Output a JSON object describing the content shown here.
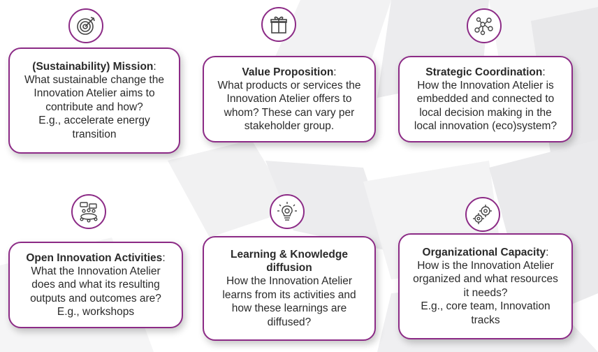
{
  "colors": {
    "accent": "#8c2b86",
    "text": "#2a2a2a",
    "card_background": "#ffffff"
  },
  "cards": [
    {
      "icon": "target-icon",
      "title": "(Sustainability) Mission",
      "colon": ":",
      "body": [
        "What sustainable change the",
        "Innovation Atelier aims to",
        "contribute and how?",
        "E.g., accelerate energy",
        "transition"
      ]
    },
    {
      "icon": "gift-icon",
      "title": "Value Proposition",
      "colon": ":",
      "body": [
        "What products or services the",
        "Innovation Atelier offers to",
        "whom? These can vary per",
        "stakeholder group."
      ]
    },
    {
      "icon": "network-icon",
      "title": "Strategic Coordination",
      "colon": ":",
      "body": [
        "How the Innovation Atelier is",
        "embedded and connected to",
        "local decision making in the",
        "local innovation (eco)system?"
      ]
    },
    {
      "icon": "group-discussion-icon",
      "title": "Open Innovation Activities",
      "colon": ":",
      "body": [
        "What the Innovation Atelier",
        "does and what its resulting",
        "outputs and outcomes are?",
        "E.g., workshops"
      ]
    },
    {
      "icon": "lightbulb-icon",
      "title": "Learning & Knowledge diffusion",
      "colon": "",
      "body": [
        "How the Innovation Atelier",
        "learns from its activities and",
        "how these learnings are",
        "diffused?"
      ]
    },
    {
      "icon": "gears-icon",
      "title": "Organizational Capacity",
      "colon": ":",
      "body": [
        "How is the Innovation Atelier",
        "organized and what resources",
        "it needs?",
        "E.g., core team, Innovation",
        "tracks"
      ]
    }
  ]
}
